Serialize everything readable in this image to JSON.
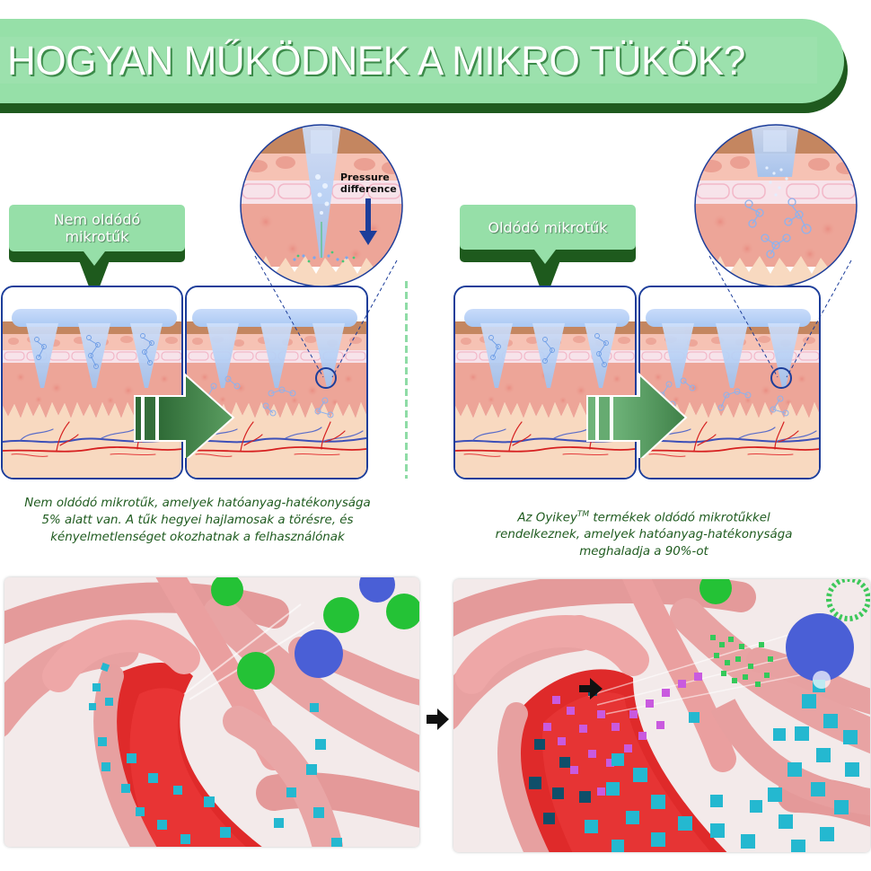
{
  "header": {
    "title": "HOGYAN MŰKÖDNEK A MIKRO TÜKÖK?",
    "background_color": "#96e0a8",
    "shadow_color": "#1f5a1e"
  },
  "left_section": {
    "callout_label_line1": "Nem oldódó",
    "callout_label_line2": "mikrotűk",
    "zoom_circle": {
      "label_line1": "Pressure",
      "label_line2": "difference",
      "arrow_icon": "down-arrow-icon"
    },
    "caption_line1": "Nem oldódó mikrotűk, amelyek hatóanyag-hatékonysága",
    "caption_line2": "5% alatt van. A tűk hegyei hajlamosak a törésre, és",
    "caption_line3": "kényelmetlenséget okozhatnak a felhasználónak"
  },
  "right_section": {
    "callout_label": "Oldódó mikrotűk",
    "caption_line1_pre": "Az Oyikey",
    "caption_line1_tm": "TM",
    "caption_line1_post": " termékek oldódó mikrotűkkel",
    "caption_line2": "rendelkeznek, amelyek hatóanyag-hatékonysága",
    "caption_line3": "meghaladja a 90%-ot"
  },
  "colors": {
    "brand_green_light": "#96dfa8",
    "brand_green_dark": "#1e5a1d",
    "caption_green": "#1f5b1f",
    "panel_border_blue": "#1c3d9a",
    "needle_blue": "#b9d4f7",
    "skin_pink": "#eda598",
    "skin_tan": "#c48660",
    "dermis_cream": "#f8d9c0",
    "particle_cyan": "#2fb8cf"
  },
  "icons": {
    "transition_arrow": "right-arrow-icon",
    "bottom_arrow": "black-right-arrow-icon"
  }
}
